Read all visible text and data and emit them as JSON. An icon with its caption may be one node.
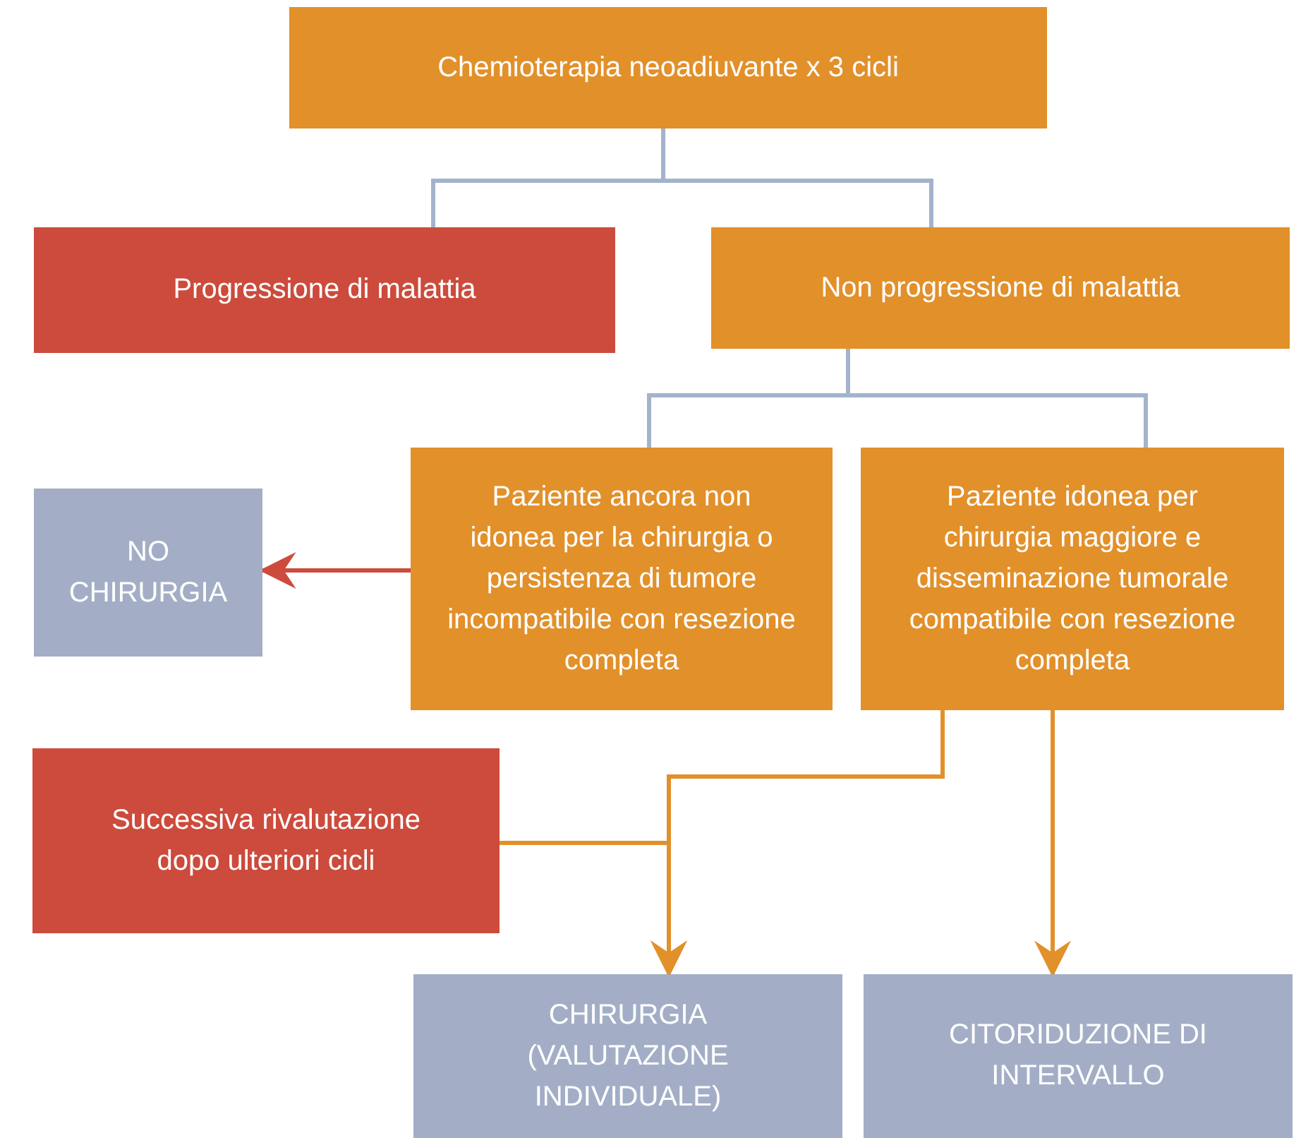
{
  "diagram": {
    "nodes": [
      {
        "text": [
          "Chemioterapia neoadiuvante x 3 cicli"
        ]
      },
      {
        "text": [
          "Progressione di malattia"
        ]
      },
      {
        "text": [
          "Non progressione di malattia"
        ]
      },
      {
        "text": [
          "Paziente ancora non idonea per la chirurgia o persistenza di tumore incompatibile con resezione completa"
        ]
      },
      {
        "text": [
          "Paziente idonea per chirurgia maggiore e disseminazione tumorale compatibile con resezione completa"
        ]
      },
      {
        "text": [
          "NO CHIRURGIA"
        ]
      },
      {
        "text": [
          "Successiva rivalutazione dopo ulteriori cicli"
        ]
      },
      {
        "text": [
          "CHIRURGIA (VALUTAZIONE INDIVIDUALE)"
        ]
      },
      {
        "text": [
          "CITORIDUZIONE DI INTERVALLO"
        ]
      }
    ],
    "edges": [
      {
        "from": 0,
        "to": 1,
        "arrow": "none"
      },
      {
        "from": 0,
        "to": 2,
        "arrow": "none"
      },
      {
        "from": 2,
        "to": 3,
        "arrow": "none"
      },
      {
        "from": 2,
        "to": 4,
        "arrow": "none"
      },
      {
        "from": 3,
        "to": 5,
        "arrow": "to",
        "color": "#cc4b3c"
      },
      {
        "from": 4,
        "to": 7,
        "arrow": "to",
        "color": "#e2902a"
      },
      {
        "from": 6,
        "to": 7,
        "arrow": "to",
        "color": "#e2902a"
      },
      {
        "from": 4,
        "to": 8,
        "arrow": "to",
        "color": "#e2902a"
      }
    ]
  }
}
